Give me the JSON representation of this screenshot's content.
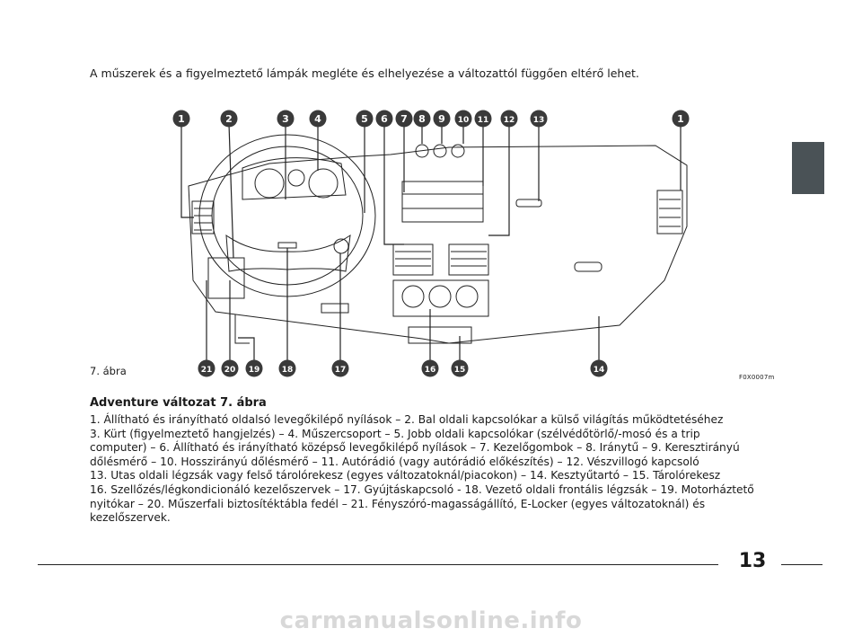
{
  "intro": "A műszerek és a figyelmeztető lámpák megléte és elhelyezése a változattól függően eltérő lehet.",
  "figure": {
    "label": "7. ábra",
    "code": "F0X0007m",
    "callouts_top": [
      "1",
      "2",
      "3",
      "4",
      "5",
      "6",
      "7",
      "8",
      "9",
      "10",
      "11",
      "12",
      "13",
      "1"
    ],
    "callouts_bottom": [
      "21",
      "20",
      "19",
      "18",
      "17",
      "16",
      "15",
      "14"
    ]
  },
  "section_title": "Adventure változat 7. ábra",
  "body_lines": [
    "1. Állítható és irányítható oldalsó levegőkilépő nyílások – 2. Bal oldali kapcsolókar a külső világítás működtetéséhez",
    "3.  Kürt (figyelmeztető hangjelzés) – 4. Műszercsoport – 5. Jobb oldali kapcsolókar (szélvédőtörlő/-mosó és a trip",
    "computer) – 6. Állítható és irányítható középső levegőkilépő nyílások – 7. Kezelőgombok – 8. Iránytű – 9. Keresztirányú",
    "dőlésmérő – 10. Hosszirányú dőlésmérő – 11. Autórádió (vagy autórádió előkészítés) – 12. Vészvillogó kapcsoló",
    "13. Utas oldali légzsák vagy felső tárolórekesz (egyes változatoknál/piacokon) – 14. Kesztyűtartó – 15. Tárolórekesz",
    "16. Szellőzés/légkondicionáló kezelőszervek  – 17. Gyújtáskapcsoló - 18. Vezető oldali frontális légzsák – 19. Motorháztető",
    "nyitókar – 20. Műszerfali biztosítéktábla fedél – 21. Fényszóró-magasságállító, E-Locker (egyes változatoknál) és",
    "kezelőszervek."
  ],
  "page_number": "13",
  "watermark": "carmanualsonline.info",
  "colors": {
    "side_tab": "#4a5256",
    "callout": "#3a3a3a",
    "line": "#222222"
  }
}
